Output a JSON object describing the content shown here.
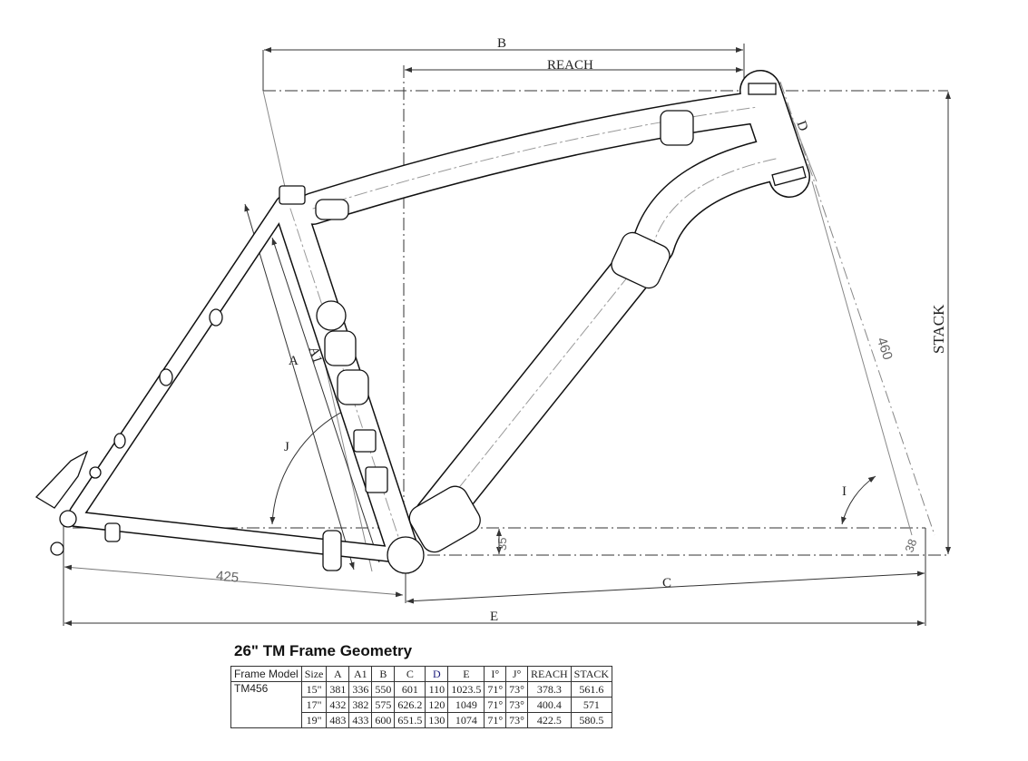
{
  "diagram": {
    "labels": {
      "B": "B",
      "reach": "REACH",
      "D": "D",
      "stack": "STACK",
      "fork_length": "460",
      "A": "A",
      "A1": "A1",
      "J": "J",
      "I": "I",
      "bb_drop": "35",
      "fork_offset": "38",
      "chainstay": "425",
      "C": "C",
      "E": "E"
    }
  },
  "table": {
    "title": "26\" TM Frame  Geometry",
    "headers": [
      "Frame Model",
      "Size",
      "A",
      "A1",
      "B",
      "C",
      "D",
      "E",
      "I°",
      "J°",
      "REACH",
      "STACK"
    ],
    "model": "TM456",
    "rows": [
      [
        "15\"",
        "381",
        "336",
        "550",
        "601",
        "110",
        "1023.5",
        "71°",
        "73°",
        "378.3",
        "561.6"
      ],
      [
        "17\"",
        "432",
        "382",
        "575",
        "626.2",
        "120",
        "1049",
        "71°",
        "73°",
        "400.4",
        "571"
      ],
      [
        "19\"",
        "483",
        "433",
        "600",
        "651.5",
        "130",
        "1074",
        "71°",
        "73°",
        "422.5",
        "580.5"
      ]
    ]
  }
}
